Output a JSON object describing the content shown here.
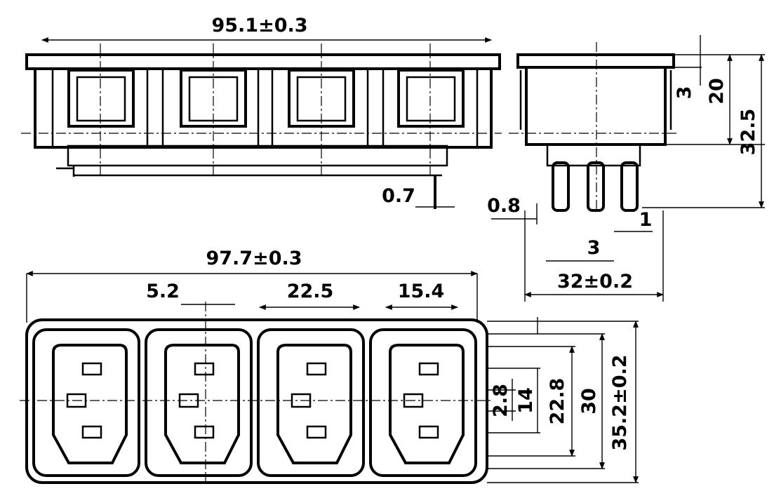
{
  "drawing": {
    "top_view": {
      "overall_length": "95.1±0.3",
      "pin_thickness": "0.7"
    },
    "side_view": {
      "flange_thickness": "3",
      "body_depth": "20",
      "total_height": "32.5",
      "pin_offset": "0.8",
      "pin_gap": "1",
      "pin_pitch": "3",
      "overall_width": "32±0.2"
    },
    "front_view": {
      "overall_length": "97.7±0.3",
      "contact_width": "5.2",
      "socket_pitch": "22.5",
      "socket_opening": "15.4",
      "contact_spacing": "2.8",
      "contact_pitch": "14",
      "opening_height": "22.8",
      "socket_height": "30",
      "overall_height": "35.2±0.2"
    },
    "socket_count": 4
  }
}
